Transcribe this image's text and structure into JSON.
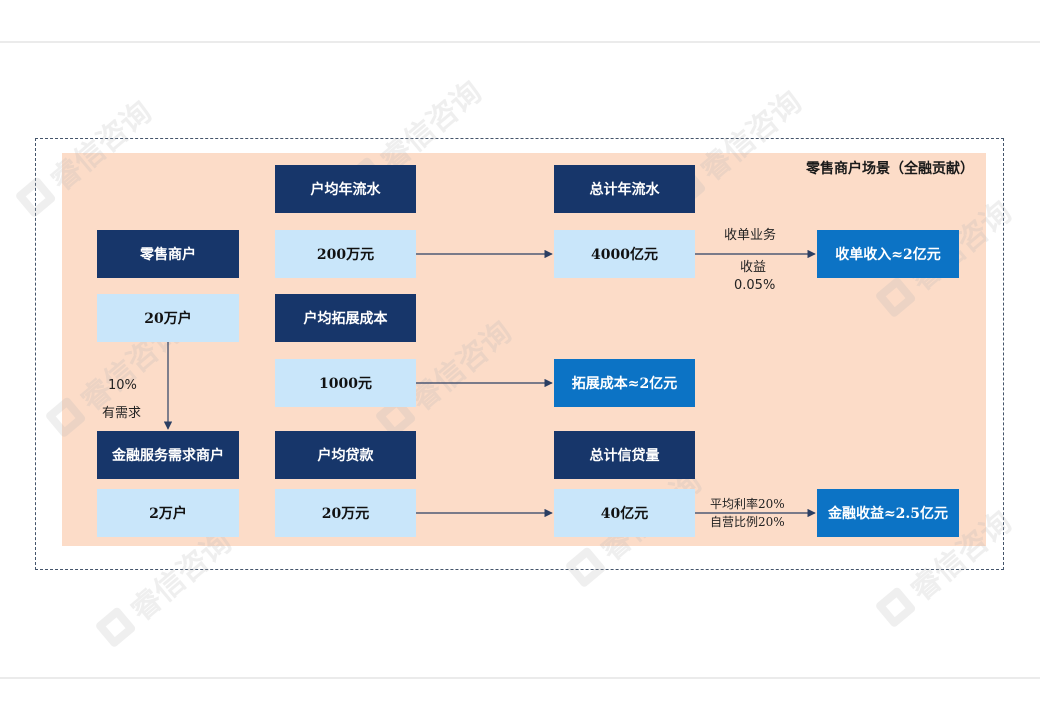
{
  "scene_title": "零售商户场景（全融贡献）",
  "watermark": "睿信咨询",
  "boxes": {
    "retail_merchants": "零售商户",
    "retail_merchants_count": "20万户",
    "finance_demand_merchants": "金融服务需求商户",
    "finance_demand_count": "2万户",
    "avg_annual_flow": "户均年流水",
    "avg_annual_flow_value": "200万元",
    "avg_acquire_cost": "户均拓展成本",
    "avg_acquire_cost_value": "1000元",
    "avg_loan": "户均贷款",
    "avg_loan_value": "20万元",
    "total_annual_flow": "总计年流水",
    "total_annual_flow_value": "4000亿元",
    "acquire_cost_total": "拓展成本≈2亿元",
    "total_credit": "总计信贷量",
    "total_credit_value": "40亿元",
    "acquiring_income": "收单收入≈2亿元",
    "finance_income": "金融收益≈2.5亿元"
  },
  "labels": {
    "demand_rate": "10%",
    "demand_text": "有需求",
    "acquiring_business": "收单业务",
    "acquiring_yield_label": "收益",
    "acquiring_yield": "0.05%",
    "avg_rate": "平均利率20%",
    "self_ratio": "自营比例20%"
  }
}
